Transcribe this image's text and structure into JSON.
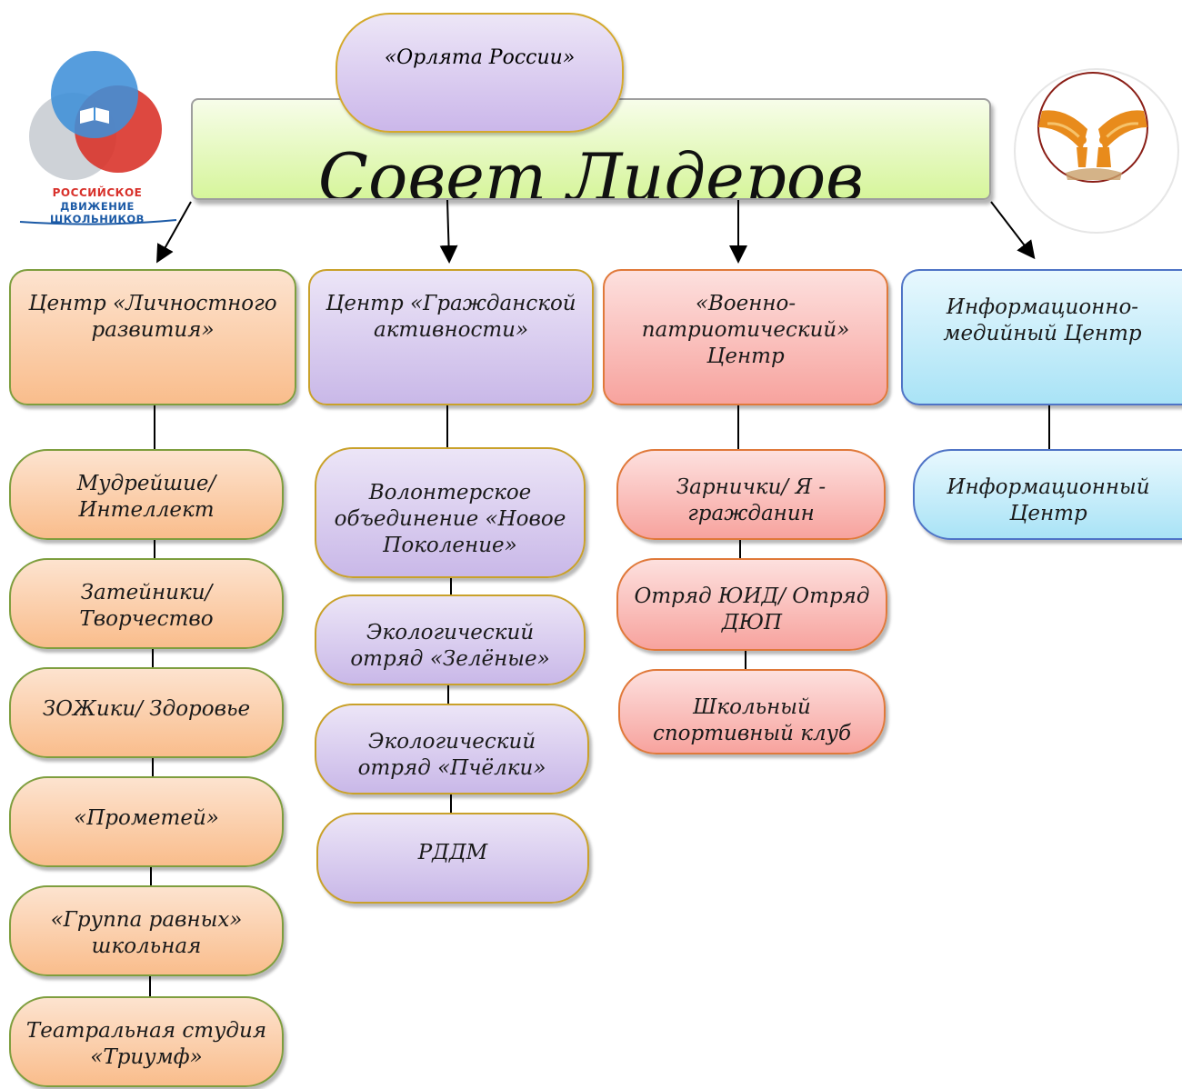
{
  "title": "Совет Лидеров",
  "orlyata": "«Орлята России»",
  "logos": {
    "rdsh_line1": "РОССИЙСКОЕ",
    "rdsh_line2": "ДВИЖЕНИЕ ШКОЛЬНИКОВ",
    "orlyata_icon": "eagle-children-emblem"
  },
  "centers": [
    {
      "name": "Центр «Личностного развития»",
      "color": "#f9bd8c",
      "children": [
        "Мудрейшие/ Интеллект",
        "Затейники/ Творчество",
        "ЗОЖики/ Здоровье",
        "«Прометей»",
        "«Группа равных» школьная",
        "Театральная студия «Триумф»"
      ]
    },
    {
      "name": "Центр «Гражданской активности»",
      "color": "#c9b8e8",
      "children": [
        "Волонтерское объединение «Новое Поколение»",
        "Экологический отряд «Зелёные»",
        "Экологический отряд «Пчёлки»",
        "РДДМ"
      ]
    },
    {
      "name": "«Военно-патриотический» Центр",
      "color": "#f7a39e",
      "children": [
        "Зарнички/ Я - гражданин",
        "Отряд ЮИД/ Отряд ДЮП",
        "Школьный спортивный клуб"
      ]
    },
    {
      "name": "Информационно-медийный Центр",
      "color": "#a9e3f6",
      "children": [
        "Информационный Центр"
      ]
    }
  ]
}
